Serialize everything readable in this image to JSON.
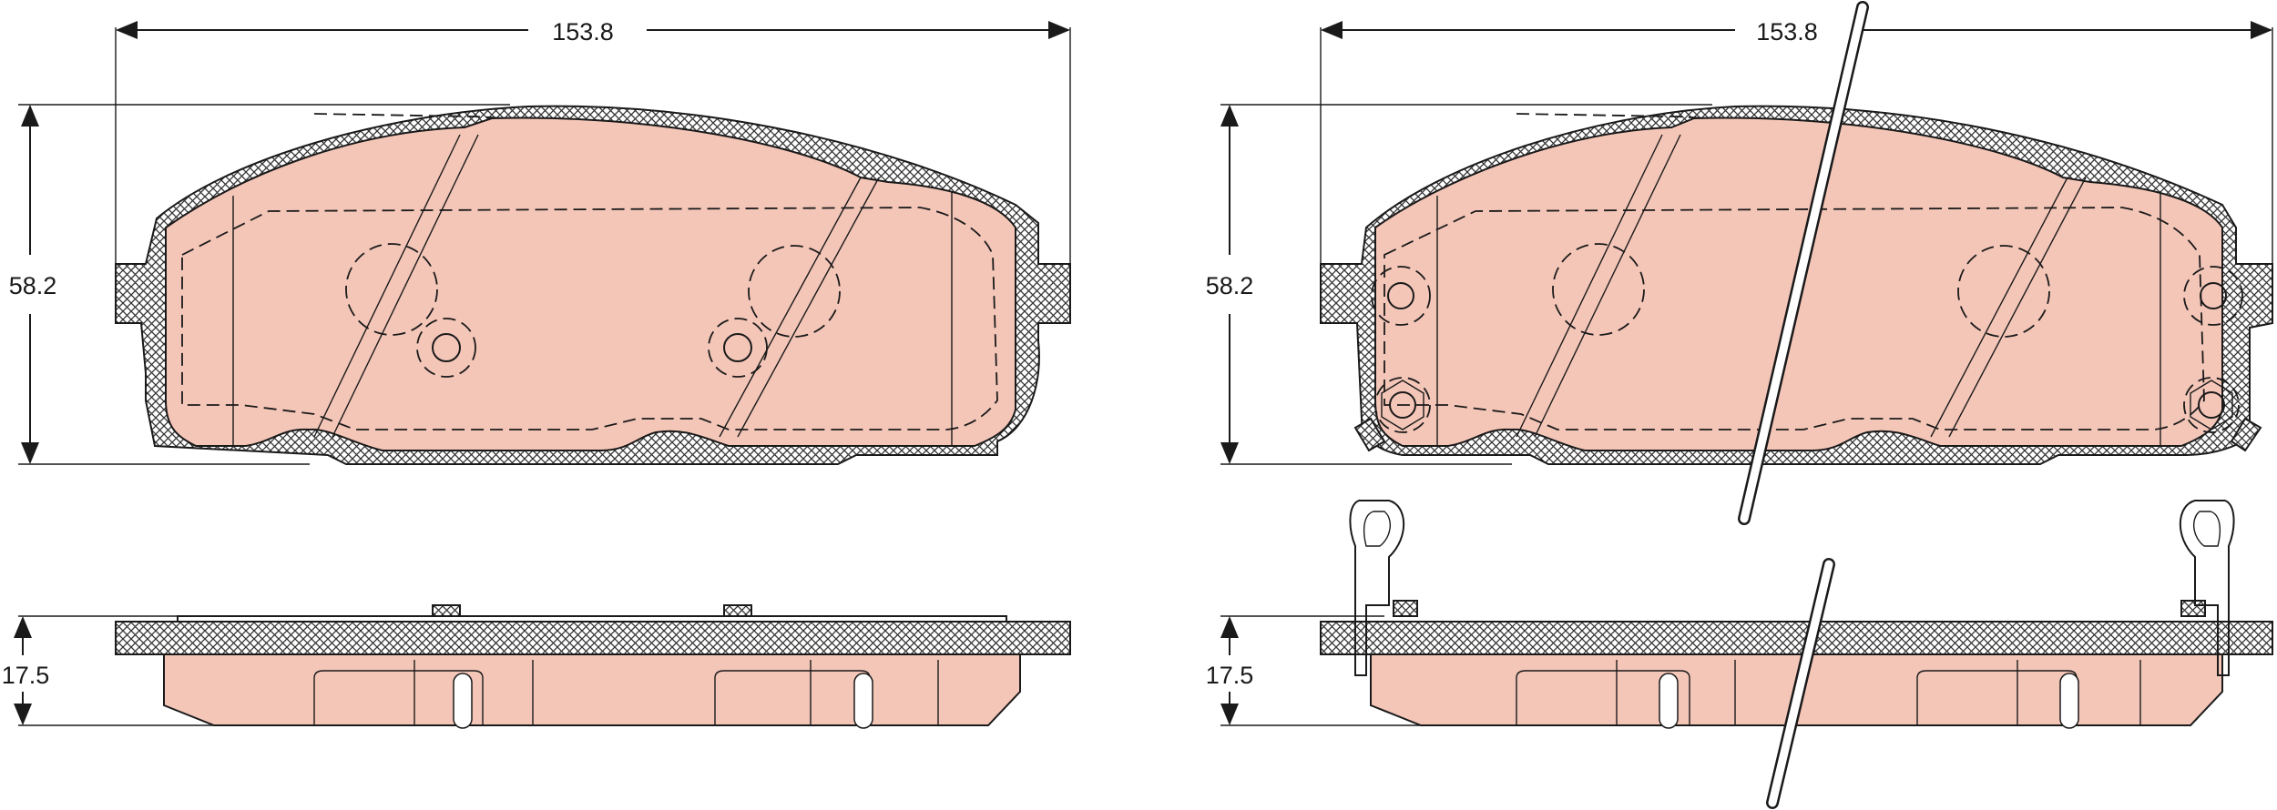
{
  "colors": {
    "friction_material": "#f4c6b8",
    "outline": "#1a1a1a",
    "background": "#ffffff"
  },
  "left_view": {
    "width_dimension": "153.8",
    "height_dimension": "58.2",
    "thickness_dimension": "17.5"
  },
  "right_view": {
    "width_dimension": "153.8",
    "height_dimension": "58.2",
    "thickness_dimension": "17.5"
  }
}
